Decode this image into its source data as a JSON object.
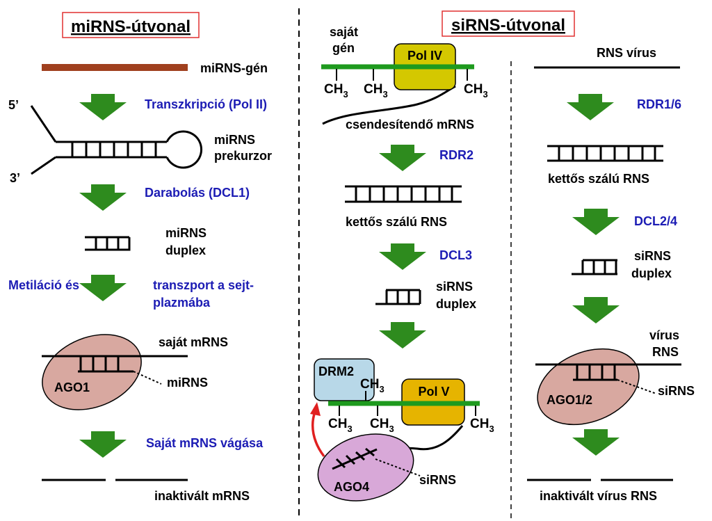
{
  "titles": {
    "mirna": "miRNS-útvonal",
    "sirna": "siRNS-útvonal"
  },
  "mirna": {
    "gene": "miRNS-gén",
    "step1": "Transzkripció (Pol II)",
    "five_prime": "5’",
    "three_prime": "3’",
    "precursor_line1": "miRNS",
    "precursor_line2": "prekurzor",
    "step2": "Darabolás (DCL1)",
    "duplex_line1": "miRNS",
    "duplex_line2": "duplex",
    "step3_left": "Metiláció és",
    "step3_right_line1": "transzport a sejt-",
    "step3_right_line2": "plazmába",
    "own_mrna": "saját mRNS",
    "ago": "AGO1",
    "mirna_label": "miRNS",
    "step4": "Saját mRNS vágása",
    "result": "inaktivált mRNS"
  },
  "sirna_own": {
    "gene_line1": "saját",
    "gene_line2": "gén",
    "pol4": "Pol IV",
    "ch3_a": "CH",
    "ch3_b": "CH",
    "ch3_c": "CH",
    "sub3": "3",
    "target_mrna": "csendesítendő mRNS",
    "step1": "RDR2",
    "dsrna": "kettős szálú RNS",
    "step2": "DCL3",
    "duplex_line1": "siRNS",
    "duplex_line2": "duplex",
    "drm2": "DRM2",
    "pol5": "Pol V",
    "ch3_d": "CH",
    "ch3_e": "CH",
    "ch3_f": "CH",
    "ch3_g": "CH",
    "ago": "AGO4",
    "sirna_label": "siRNS"
  },
  "sirna_virus": {
    "virus": "RNS vírus",
    "step1": "RDR1/6",
    "dsrna": "kettős szálú RNS",
    "step2": "DCL2/4",
    "duplex_line1": "siRNS",
    "duplex_line2": "duplex",
    "virus_rna_line1": "vírus",
    "virus_rna_line2": "RNS",
    "ago": "AGO1/2",
    "sirna_label": "siRNS",
    "result": "inaktivált vírus RNS"
  },
  "colors": {
    "arrow": "#2e8b1e",
    "blue_text": "#1c1cb4",
    "gene_brown": "#a0401e",
    "title_box": "#e03030",
    "gene_green": "#1e9a1e",
    "pol_yellow": "#d4c800",
    "pol5_gold": "#e6b400",
    "ago_pink": "#d8a8a0",
    "ago4_purple": "#d8a8d8",
    "drm2_blue": "#b8d8e8",
    "red_arrow": "#e02020"
  }
}
